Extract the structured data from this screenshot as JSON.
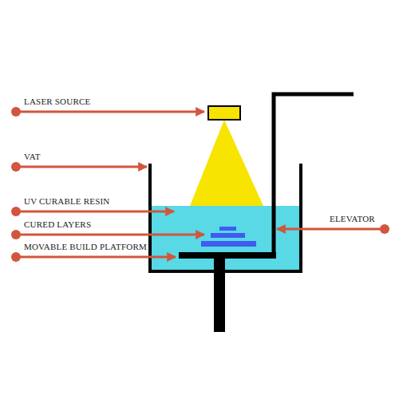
{
  "diagram": {
    "labels": [
      "LASER SOURCE",
      "VAT",
      "UV CURABLE RESIN",
      "CURED LAYERS",
      "MOVABLE BUILD PLATFORM",
      "ELEVATOR"
    ]
  }
}
